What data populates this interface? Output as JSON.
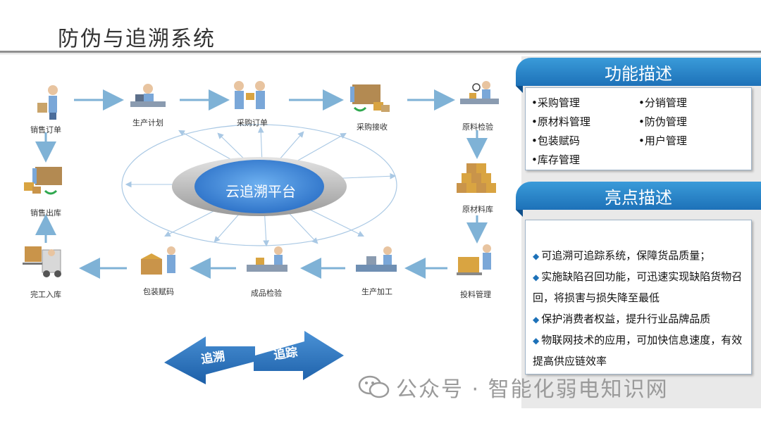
{
  "title": "防伪与追溯系统",
  "platform": "云追溯平台",
  "nodes": [
    {
      "label": "销售订单"
    },
    {
      "label": "生产计划"
    },
    {
      "label": "采购订单"
    },
    {
      "label": "采购接收"
    },
    {
      "label": "原料检验"
    },
    {
      "label": "原材料库"
    },
    {
      "label": "投料管理"
    },
    {
      "label": "生产加工"
    },
    {
      "label": "成品检验"
    },
    {
      "label": "包装赋码"
    },
    {
      "label": "完工入库"
    },
    {
      "label": "销售出库"
    }
  ],
  "direction_arrow": {
    "left": "追溯",
    "right": "追踪"
  },
  "function_panel": {
    "title": "功能描述",
    "left_items": [
      "•采购管理",
      "•原材料管理",
      "•包装赋码",
      "•库存管理"
    ],
    "right_items": [
      "•分销管理",
      "•防伪管理",
      "•用户管理"
    ]
  },
  "highlight_panel": {
    "title": "亮点描述",
    "items": [
      "可追溯可追踪系统，保障货品质量；",
      "实施缺陷召回功能，可迅速实现缺陷货物召回，将损害与损失降至最低",
      "保护消费者权益，提升行业品牌品质",
      "物联网技术的应用，可加快信息速度，有效提高供应链效率"
    ]
  },
  "watermark": "公众号 · 智能化弱电知识网",
  "colors": {
    "accent": "#1d71b8",
    "arrow": "#7fb2d6",
    "platform": "#3b86d8"
  }
}
